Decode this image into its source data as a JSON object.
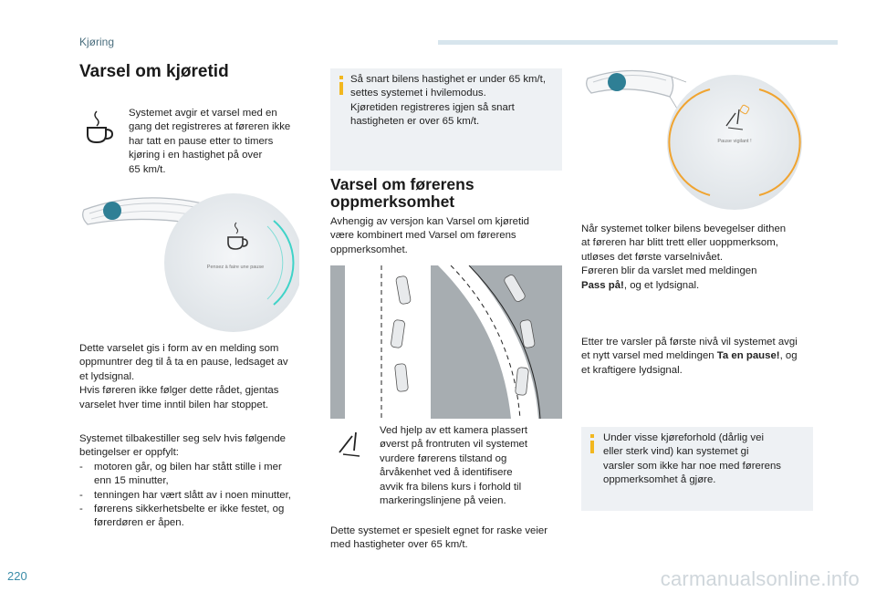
{
  "header": {
    "section": "Kjøring"
  },
  "left": {
    "title": "Varsel om kjøretid",
    "intro": [
      "Systemet avgir et varsel med en",
      "gang det registreres at føreren ikke",
      "har tatt en pause etter to timers",
      "kjøring i en hastighet på over",
      "65 km/t."
    ],
    "display_text": "Pensez à faire une pause",
    "para1": [
      "Dette varselet gis i form av en melding som",
      "oppmuntrer deg til å ta en pause, ledsaget av",
      "et lydsignal.",
      "Hvis føreren ikke følger dette rådet, gjentas",
      "varselet hver time inntil bilen har stoppet."
    ],
    "para2_intro": [
      "Systemet tilbakestiller seg selv hvis følgende",
      "betingelser er oppfylt:"
    ],
    "list": [
      [
        "motoren går, og bilen har stått stille i mer",
        "enn 15 minutter,"
      ],
      [
        "tenningen har vært slått av i noen minutter,"
      ],
      [
        "førerens sikkerhetsbelte er ikke festet, og",
        "førerdøren er åpen."
      ]
    ],
    "list_dash": "-"
  },
  "middle": {
    "info": [
      "Så snart bilens hastighet er under 65 km/t,",
      "settes systemet i hvilemodus.",
      "Kjøretiden registreres igjen så snart",
      "hastigheten er over 65 km/t."
    ],
    "title_line1": "Varsel om førerens",
    "title_line2": "oppmerksomhet",
    "para1": [
      "Avhengig av versjon kan Varsel om kjøretid",
      "være kombinert med Varsel om førerens",
      "oppmerksomhet."
    ],
    "camera": [
      "Ved hjelp av ett kamera plassert",
      "øverst på frontruten vil systemet",
      "vurdere førerens tilstand og",
      "årvåkenhet ved å identifisere",
      "avvik fra bilens kurs i forhold til",
      "markeringslinjene på veien."
    ],
    "para2": [
      "Dette systemet er spesielt egnet for raske veier",
      "med hastigheter over 65 km/t."
    ]
  },
  "right": {
    "display_text": "Pause vigilant !",
    "para1": [
      "Når systemet tolker bilens bevegelser dithen",
      "at føreren har blitt trett eller uoppmerksom,",
      "utløses det første varselnivået.",
      "Føreren blir da varslet med meldingen"
    ],
    "para1_bold": "Pass på!",
    "para1_tail": ", og et lydsignal.",
    "para2_l1": "Etter tre varsler på første nivå vil systemet avgi",
    "para2_l2a": "et nytt varsel med meldingen ",
    "para2_bold": "Ta en pause!",
    "para2_l2b": ", og",
    "para2_l3": "et kraftigere lydsignal.",
    "info": [
      "Under visse kjøreforhold (dårlig vei",
      "eller sterk vind) kan systemet gi",
      "varsler som ikke har noe med førerens",
      "oppmerksomhet å gjøre."
    ]
  },
  "footer": {
    "page": "220",
    "watermark": "carmanualsonline.info"
  },
  "colors": {
    "accent_cyan": "#3fd3c8",
    "accent_orange": "#f0a430",
    "info_yellow": "#f2b71f",
    "box_bg": "#eef1f4"
  }
}
